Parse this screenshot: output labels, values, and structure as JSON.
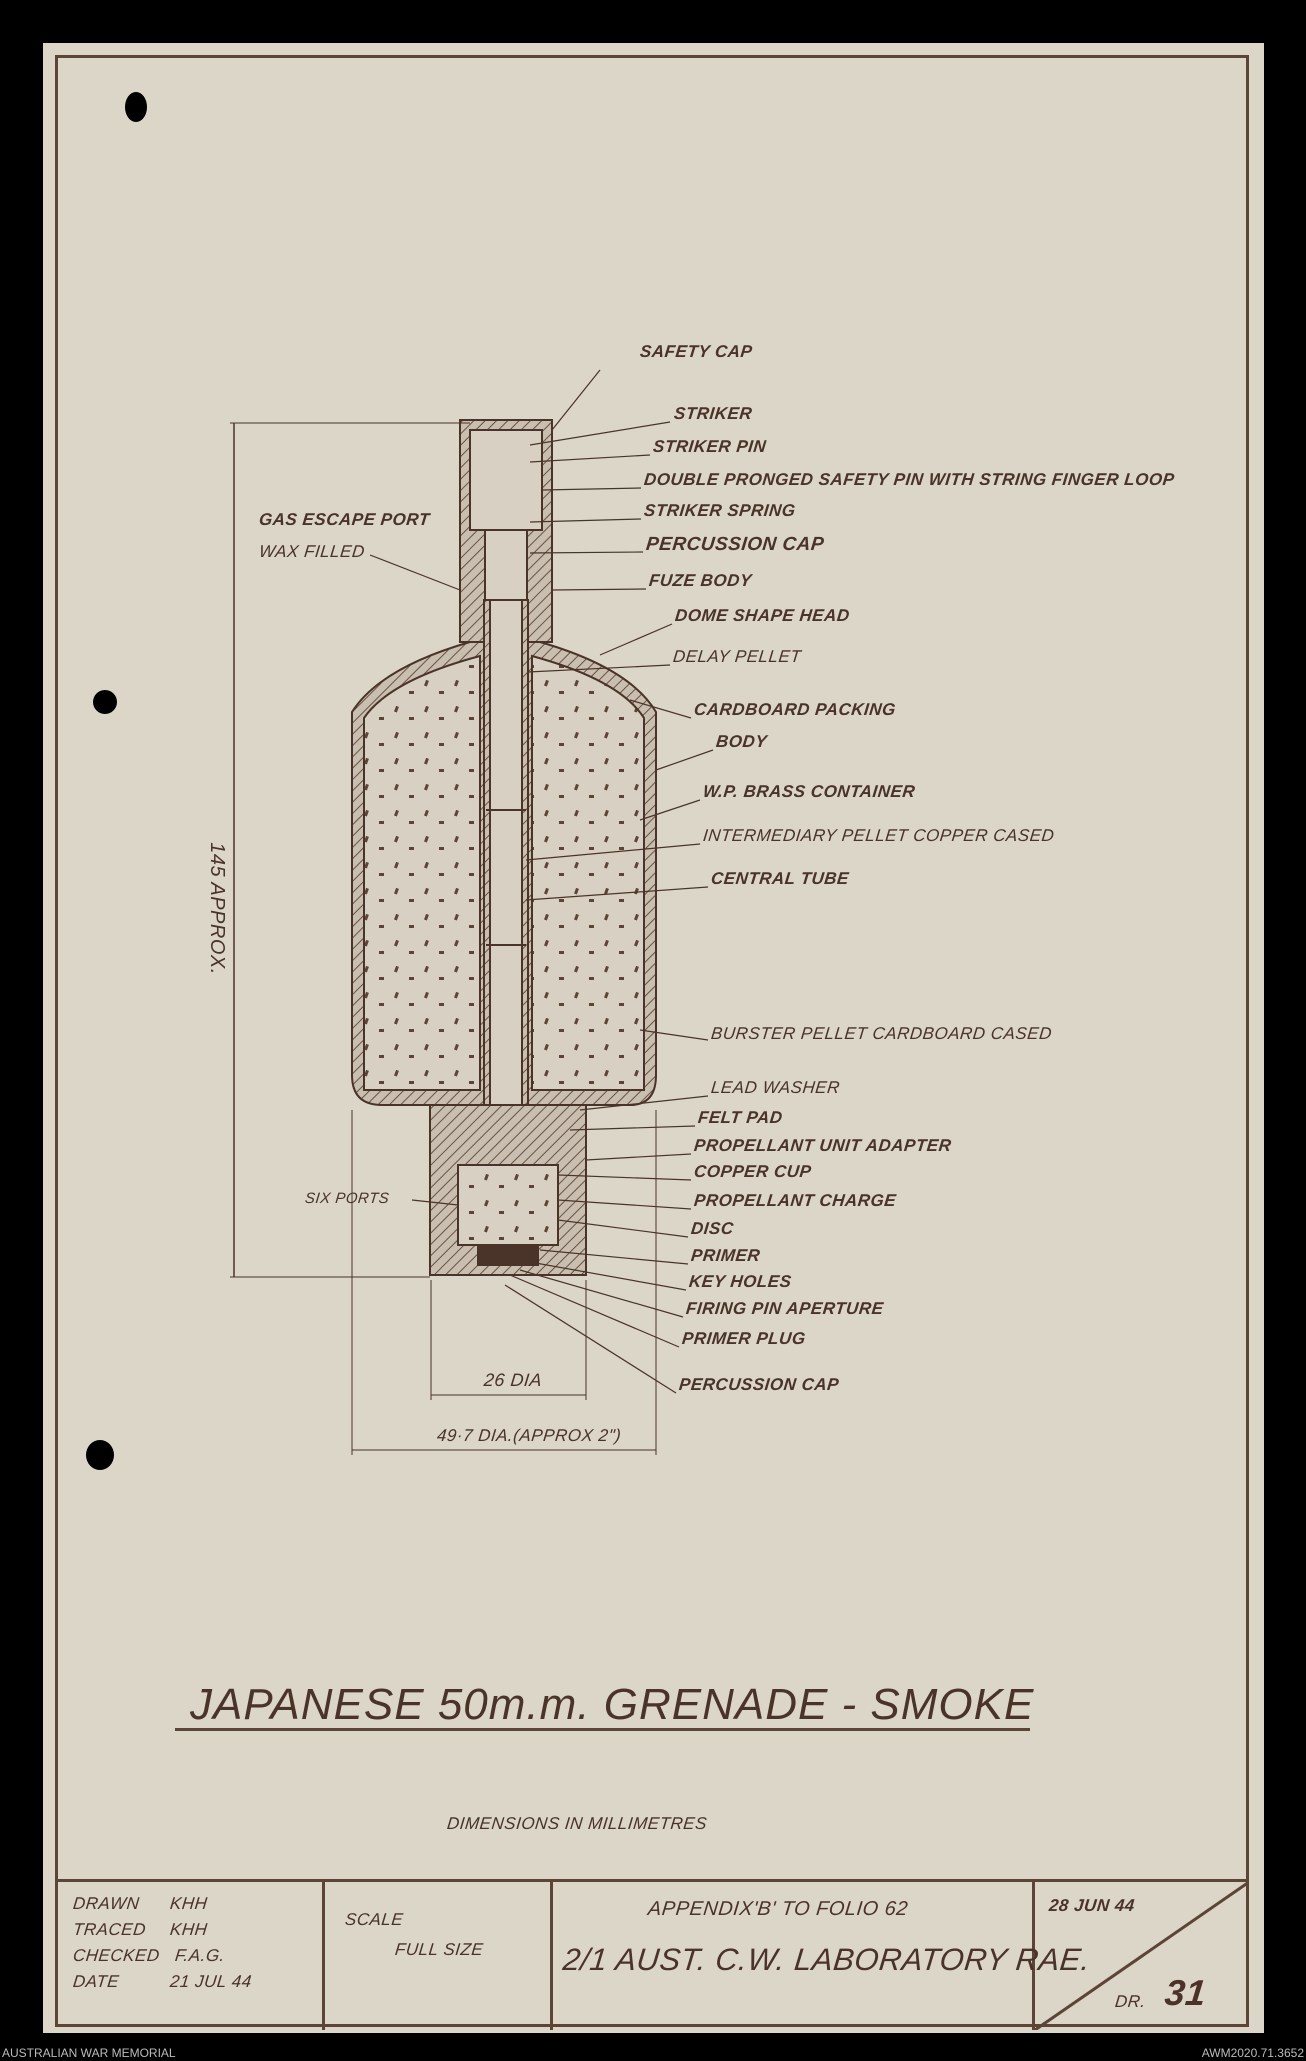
{
  "title": "JAPANESE 50m.m. GRENADE - SMOKE",
  "dimensions_note": "DIMENSIONS IN MILLIMETRES",
  "labels_right": [
    "SAFETY CAP",
    "STRIKER",
    "STRIKER PIN",
    "DOUBLE PRONGED SAFETY PIN WITH STRING FINGER LOOP",
    "STRIKER SPRING",
    "PERCUSSION CAP",
    "FUZE BODY",
    "DOME SHAPE HEAD",
    "DELAY PELLET",
    "CARDBOARD PACKING",
    "BODY",
    "W.P. BRASS CONTAINER",
    "INTERMEDIARY PELLET COPPER CASED",
    "CENTRAL TUBE",
    "BURSTER PELLET CARDBOARD CASED",
    "LEAD WASHER",
    "FELT PAD",
    "PROPELLANT UNIT ADAPTER",
    "COPPER CUP",
    "PROPELLANT CHARGE",
    "DISC",
    "PRIMER",
    "KEY HOLES",
    "FIRING PIN APERTURE",
    "PRIMER PLUG",
    "PERCUSSION CAP"
  ],
  "labels_left": {
    "gas_port": "GAS ESCAPE PORT",
    "wax": "WAX FILLED",
    "six_ports": "SIX PORTS"
  },
  "dims": {
    "height": "145 APPROX.",
    "inner_dia": "26 DIA",
    "outer_dia": "49·7 DIA.(APPROX 2\")"
  },
  "title_block": {
    "drawn_label": "DRAWN",
    "drawn": "KHH",
    "traced_label": "TRACED",
    "traced": "KHH",
    "checked_label": "CHECKED",
    "checked": "F.A.G.",
    "date_label": "DATE",
    "date": "21 JUL 44",
    "scale_label": "SCALE",
    "scale": "FULL SIZE",
    "appendix": "APPENDIX'B' TO FOLIO 62",
    "lab": "2/1 AUST. C.W. LABORATORY RAE.",
    "issue_date": "28 JUN 44",
    "dr_label": "DR.",
    "dr_number": "31"
  },
  "footer": {
    "left": "AUSTRALIAN WAR MEMORIAL",
    "right": "AWM2020.71.3652"
  }
}
